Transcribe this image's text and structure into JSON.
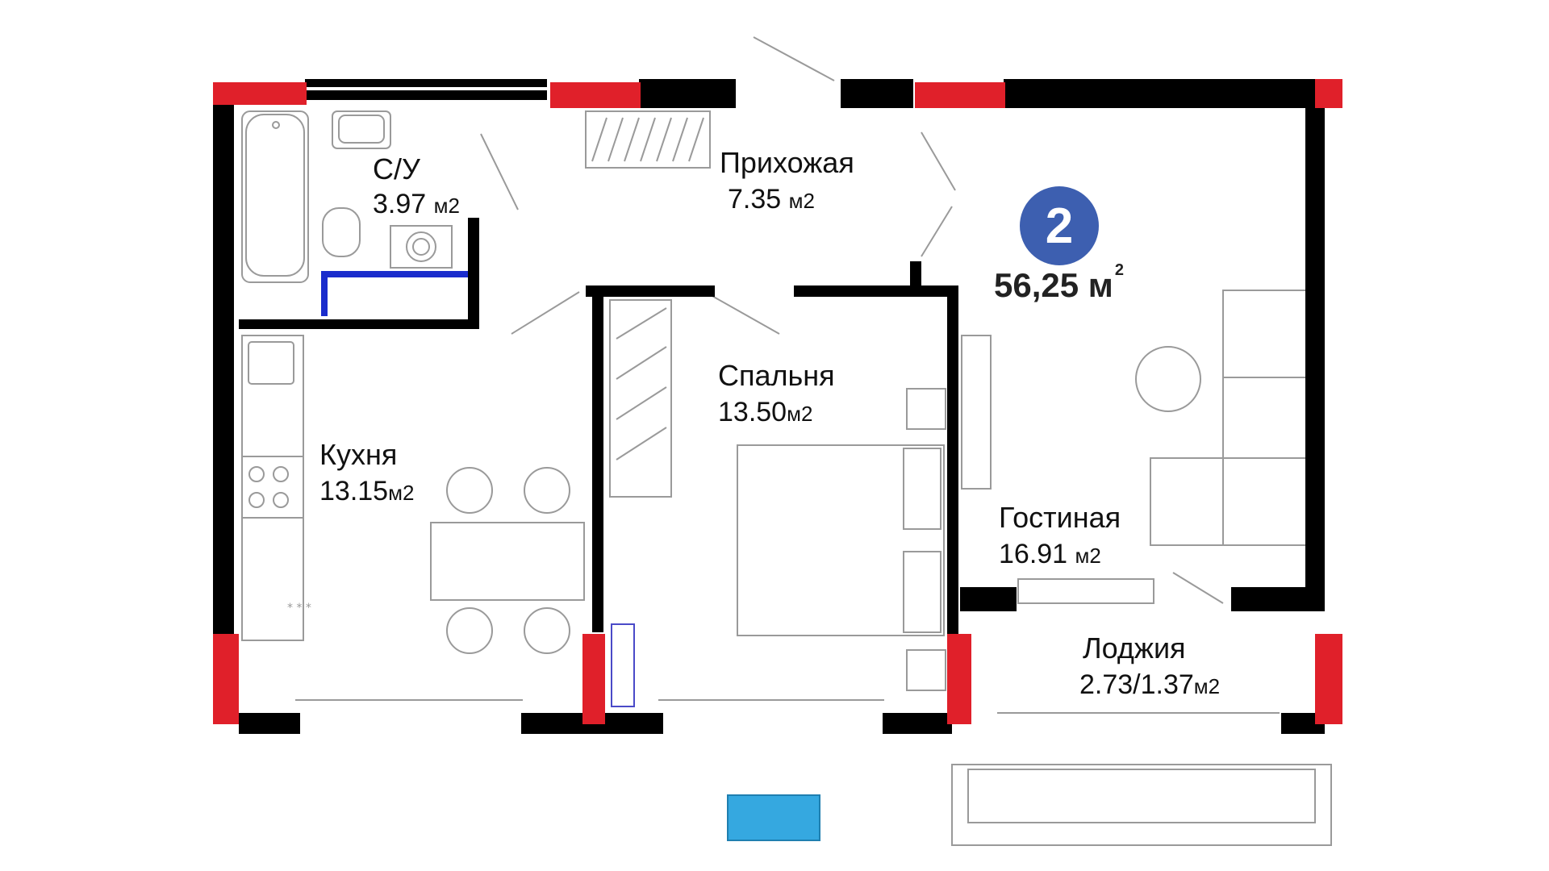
{
  "apartment": {
    "rooms_count": "2",
    "total_area": "56,25",
    "total_unit": "м",
    "total_unit_power": "2"
  },
  "colors": {
    "wall": "#000000",
    "wall_highlight": "#e0202a",
    "badge": "#3d5fb0",
    "water_marker": "#1a2ccc",
    "compass_marker": "#35a8e0",
    "furniture_stroke": "#9a9a9a"
  },
  "rooms": [
    {
      "name": "С/У",
      "area": "3.97",
      "unit": "м2"
    },
    {
      "name": "Прихожая",
      "area": "7.35",
      "unit": "м2"
    },
    {
      "name": "Спальня",
      "area": "13.50",
      "unit": "м2"
    },
    {
      "name": "Кухня",
      "area": "13.15",
      "unit": "м2"
    },
    {
      "name": "Гостиная",
      "area": "16.91",
      "unit": "м2"
    },
    {
      "name": "Лоджия",
      "area": "2.73/1.37",
      "unit": "м2"
    }
  ]
}
